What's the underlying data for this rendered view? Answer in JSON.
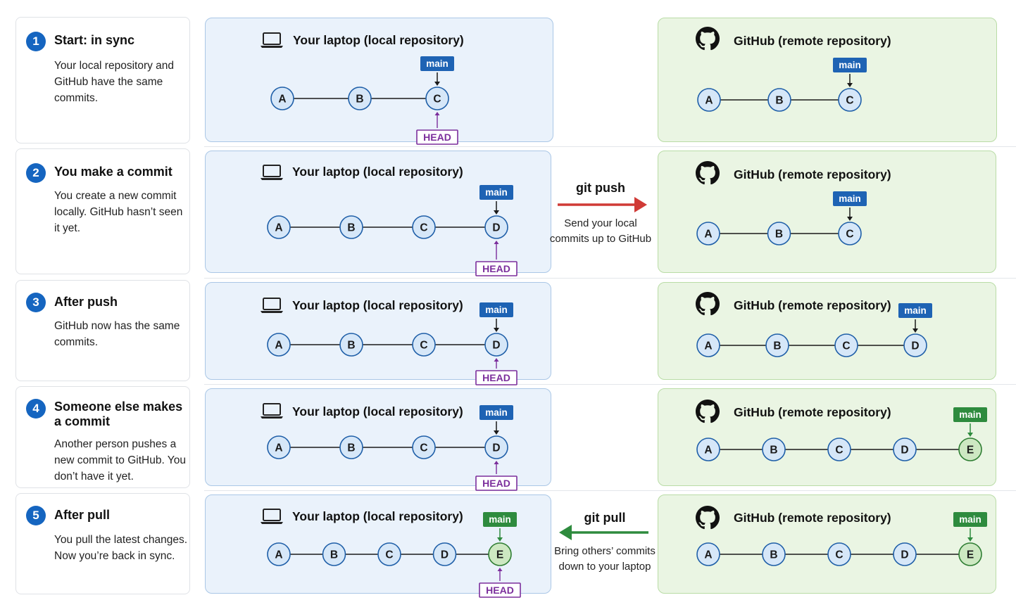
{
  "steps": [
    {
      "number": "1",
      "title": "Start: in sync",
      "description": "Your local repository and GitHub have the same commits."
    },
    {
      "number": "2",
      "title": "You make a commit",
      "description": "You create a new commit locally. GitHub hasn’t seen it yet."
    },
    {
      "number": "3",
      "title": "After push",
      "description": "GitHub now has the same commits."
    },
    {
      "number": "4",
      "title": "Someone else makes a commit",
      "description": "Another person pushes a new commit to GitHub. You don’t have it yet."
    },
    {
      "number": "5",
      "title": "After pull",
      "description": "You pull the latest changes. Now you’re back in sync."
    }
  ],
  "local_title": "Your laptop (local repository)",
  "remote_title": "GitHub (remote repository)",
  "branch_label": "main",
  "head_label": "HEAD",
  "rows": [
    {
      "local": [
        "A",
        "B",
        "C"
      ],
      "remote": [
        "A",
        "B",
        "C"
      ],
      "local_new": [],
      "remote_new": []
    },
    {
      "local": [
        "A",
        "B",
        "C",
        "D"
      ],
      "remote": [
        "A",
        "B",
        "C"
      ],
      "local_new": [],
      "remote_new": []
    },
    {
      "local": [
        "A",
        "B",
        "C",
        "D"
      ],
      "remote": [
        "A",
        "B",
        "C",
        "D"
      ],
      "local_new": [],
      "remote_new": []
    },
    {
      "local": [
        "A",
        "B",
        "C",
        "D"
      ],
      "remote": [
        "A",
        "B",
        "C",
        "D",
        "E"
      ],
      "local_new": [],
      "remote_new": [
        "E"
      ]
    },
    {
      "local": [
        "A",
        "B",
        "C",
        "D",
        "E"
      ],
      "remote": [
        "A",
        "B",
        "C",
        "D",
        "E"
      ],
      "local_new": [
        "E"
      ],
      "remote_new": [
        "E"
      ]
    }
  ],
  "push": {
    "label": "git push",
    "description": "Send your local commits up to GitHub"
  },
  "pull": {
    "label": "git pull",
    "description": "Bring others’ commits down to your laptop"
  },
  "colors": {
    "node_fill": "#d6e7f8",
    "node_stroke": "#1f5fa8",
    "new_node_fill": "#cde8c2",
    "new_node_stroke": "#2e7d32",
    "main_badge": "#1e63b4",
    "main_badge_new": "#2e8b3e",
    "head": "#7b2e9c",
    "push_arrow": "#d03a36",
    "pull_arrow": "#2e8b3e"
  }
}
